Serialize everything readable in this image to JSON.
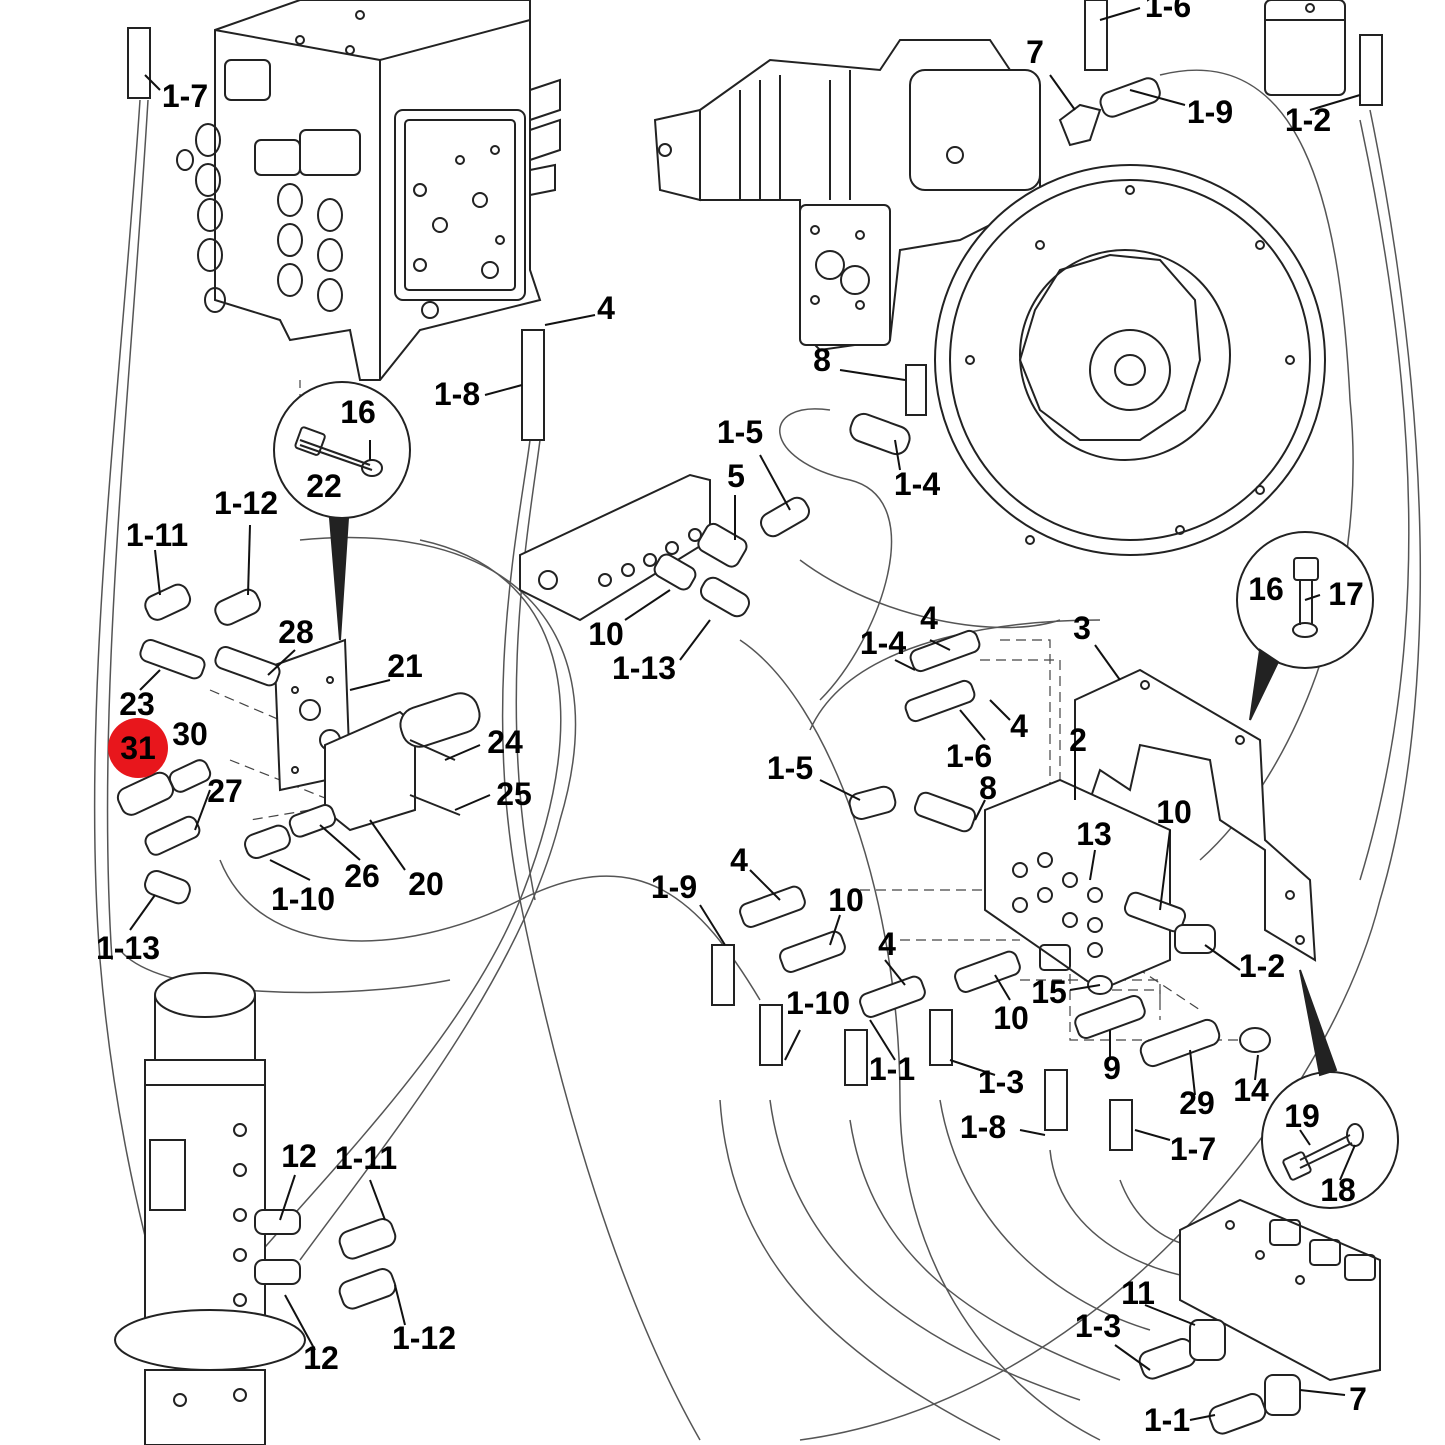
{
  "callouts": [
    "1-6",
    "1-7",
    "7",
    "1-9",
    "1-2",
    "4",
    "1-8",
    "16",
    "22",
    "8",
    "1-5",
    "1-4",
    "1-12",
    "1-11",
    "5",
    "28",
    "21",
    "10",
    "1-13",
    "23",
    "30",
    "24",
    "27",
    "25",
    "26",
    "20",
    "1-10",
    "1-13",
    "16",
    "17",
    "3",
    "4",
    "1-4",
    "4",
    "1-6",
    "1-5",
    "8",
    "2",
    "13",
    "10",
    "1-9",
    "4",
    "10",
    "4",
    "1-10",
    "10",
    "15",
    "1-2",
    "1-1",
    "1-3",
    "9",
    "29",
    "14",
    "1-8",
    "1-7",
    "19",
    "18",
    "12",
    "1-11",
    "1-12",
    "12",
    "11",
    "1-3",
    "7",
    "1-1"
  ],
  "highlight": {
    "label": "31",
    "color": "#e8161c"
  }
}
